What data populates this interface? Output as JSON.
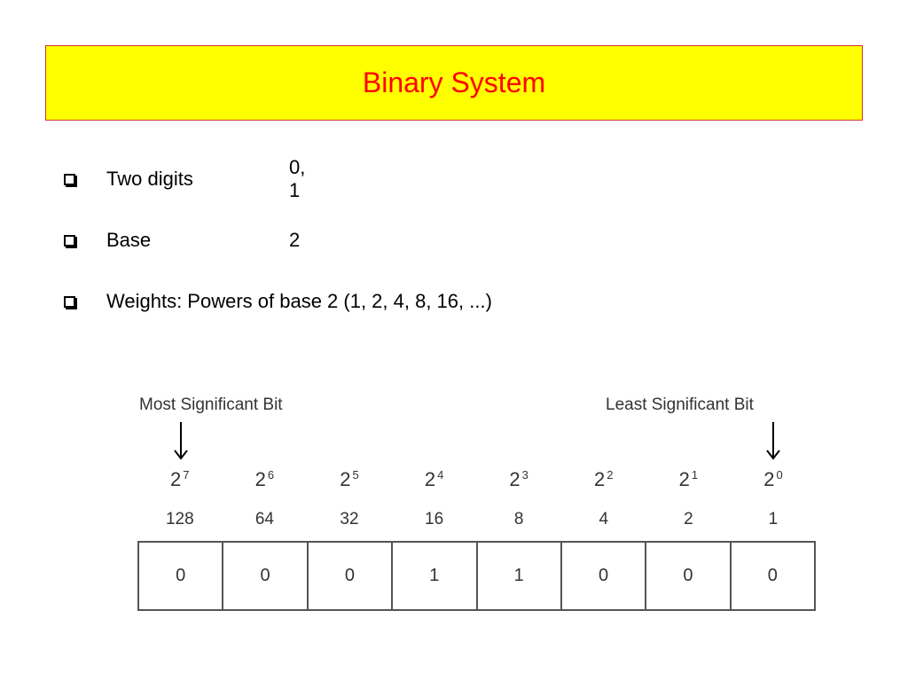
{
  "slide": {
    "title": "Binary System",
    "bullets": [
      {
        "label": "Two digits",
        "value": "0, 1"
      },
      {
        "label": "Base",
        "value": "2"
      },
      {
        "label": "Weights: Powers of base 2 (1, 2, 4, 8, 16, ...)",
        "value": ""
      }
    ]
  },
  "diagram": {
    "msb_label": "Most Significant Bit",
    "lsb_label": "Least Significant Bit",
    "powers": [
      {
        "base": "2",
        "exp": "7"
      },
      {
        "base": "2",
        "exp": "6"
      },
      {
        "base": "2",
        "exp": "5"
      },
      {
        "base": "2",
        "exp": "4"
      },
      {
        "base": "2",
        "exp": "3"
      },
      {
        "base": "2",
        "exp": "2"
      },
      {
        "base": "2",
        "exp": "1"
      },
      {
        "base": "2",
        "exp": "0"
      }
    ],
    "weights": [
      "128",
      "64",
      "32",
      "16",
      "8",
      "4",
      "2",
      "1"
    ],
    "bits": [
      "0",
      "0",
      "0",
      "1",
      "1",
      "0",
      "0",
      "0"
    ]
  }
}
